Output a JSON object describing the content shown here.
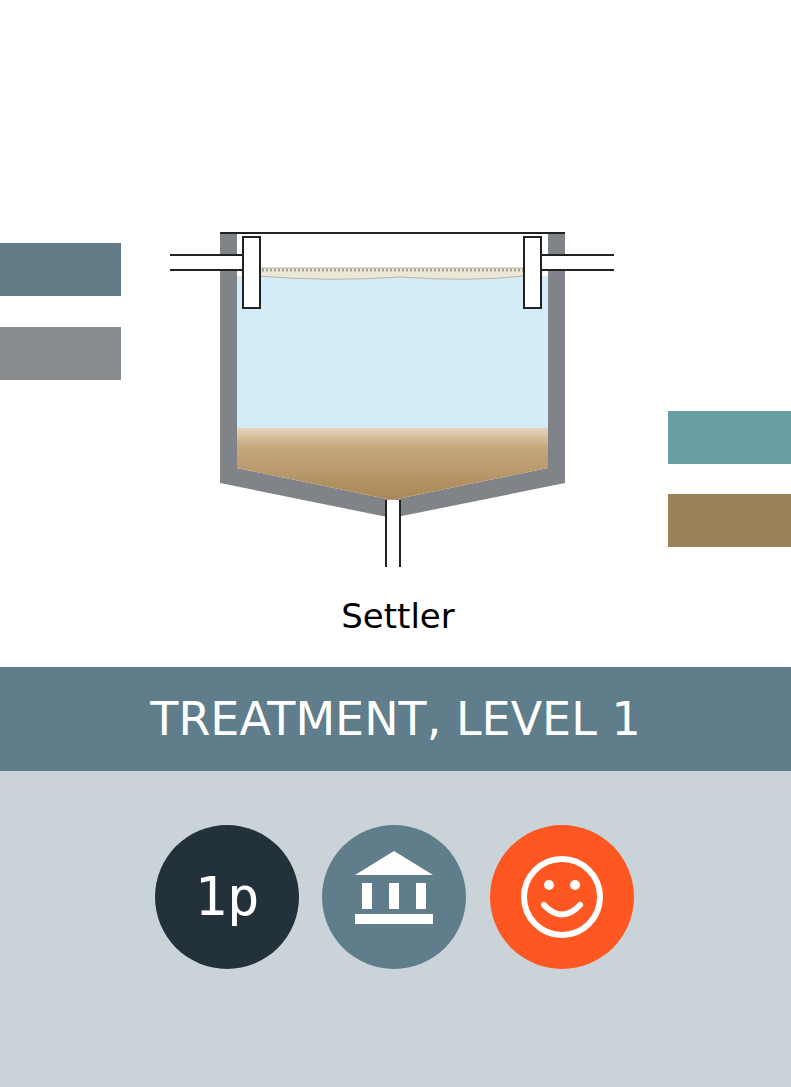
{
  "diagram": {
    "nodes": [
      {
        "text": [
          "TREATMENT, LEVEL 1"
        ]
      },
      {
        "text": [
          "1p"
        ]
      }
    ],
    "labels": [
      "Settler"
    ]
  }
}
